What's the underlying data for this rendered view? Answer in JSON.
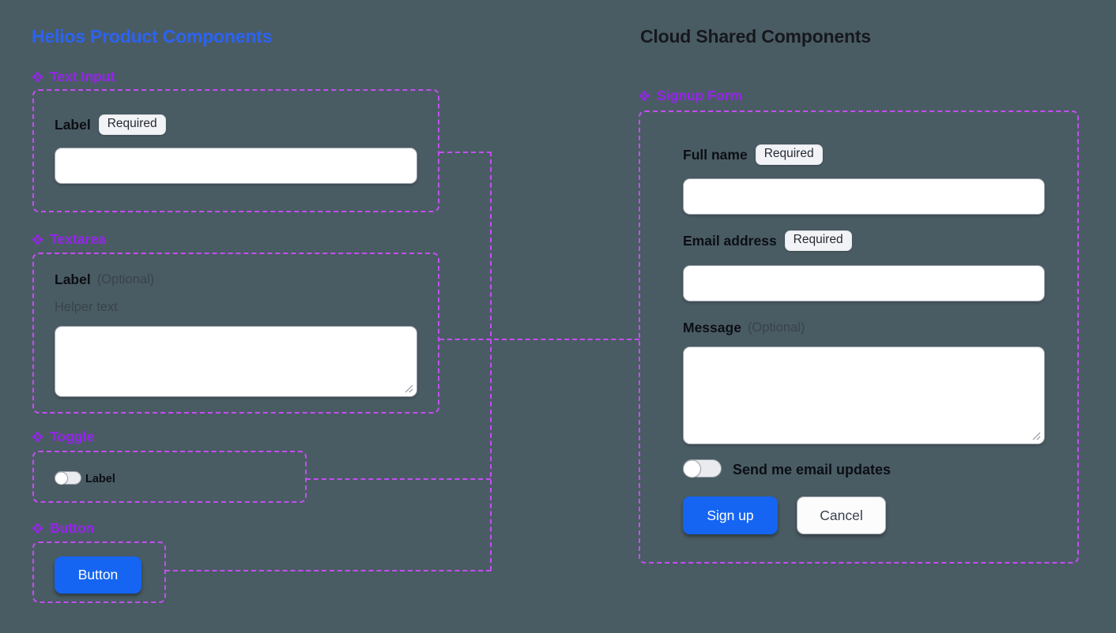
{
  "colors": {
    "background": "#4A5C63",
    "helios_title": "#2B63F2",
    "cloud_title": "#15181D",
    "component_purple": "#9623EE",
    "frame_dash": "#C44DF5",
    "primary_button": "#1565F2",
    "muted_text": "#39434B",
    "label_text": "#0B0E14",
    "field_border": "#9AA1AB"
  },
  "icons": {
    "component_marker": "❖",
    "resize_grip": "diagonal-lines"
  },
  "helios": {
    "title": "Helios Product Components",
    "text_input": {
      "heading": "Text Input",
      "label": "Label",
      "badge": "Required",
      "value": ""
    },
    "textarea": {
      "heading": "Textarea",
      "label": "Label",
      "optional": "(Optional)",
      "helper": "Helper text",
      "value": ""
    },
    "toggle": {
      "heading": "Toggle",
      "label": "Label",
      "state": "off"
    },
    "button": {
      "heading": "Button",
      "label": "Button"
    }
  },
  "cloud": {
    "title": "Cloud Shared Components",
    "signup": {
      "heading": "Signup Form",
      "full_name": {
        "label": "Full name",
        "badge": "Required",
        "value": ""
      },
      "email": {
        "label": "Email address",
        "badge": "Required",
        "value": ""
      },
      "message": {
        "label": "Message",
        "optional": "(Optional)",
        "value": ""
      },
      "updates_toggle": {
        "label": "Send me email updates",
        "state": "off"
      },
      "submit_label": "Sign up",
      "cancel_label": "Cancel"
    }
  }
}
